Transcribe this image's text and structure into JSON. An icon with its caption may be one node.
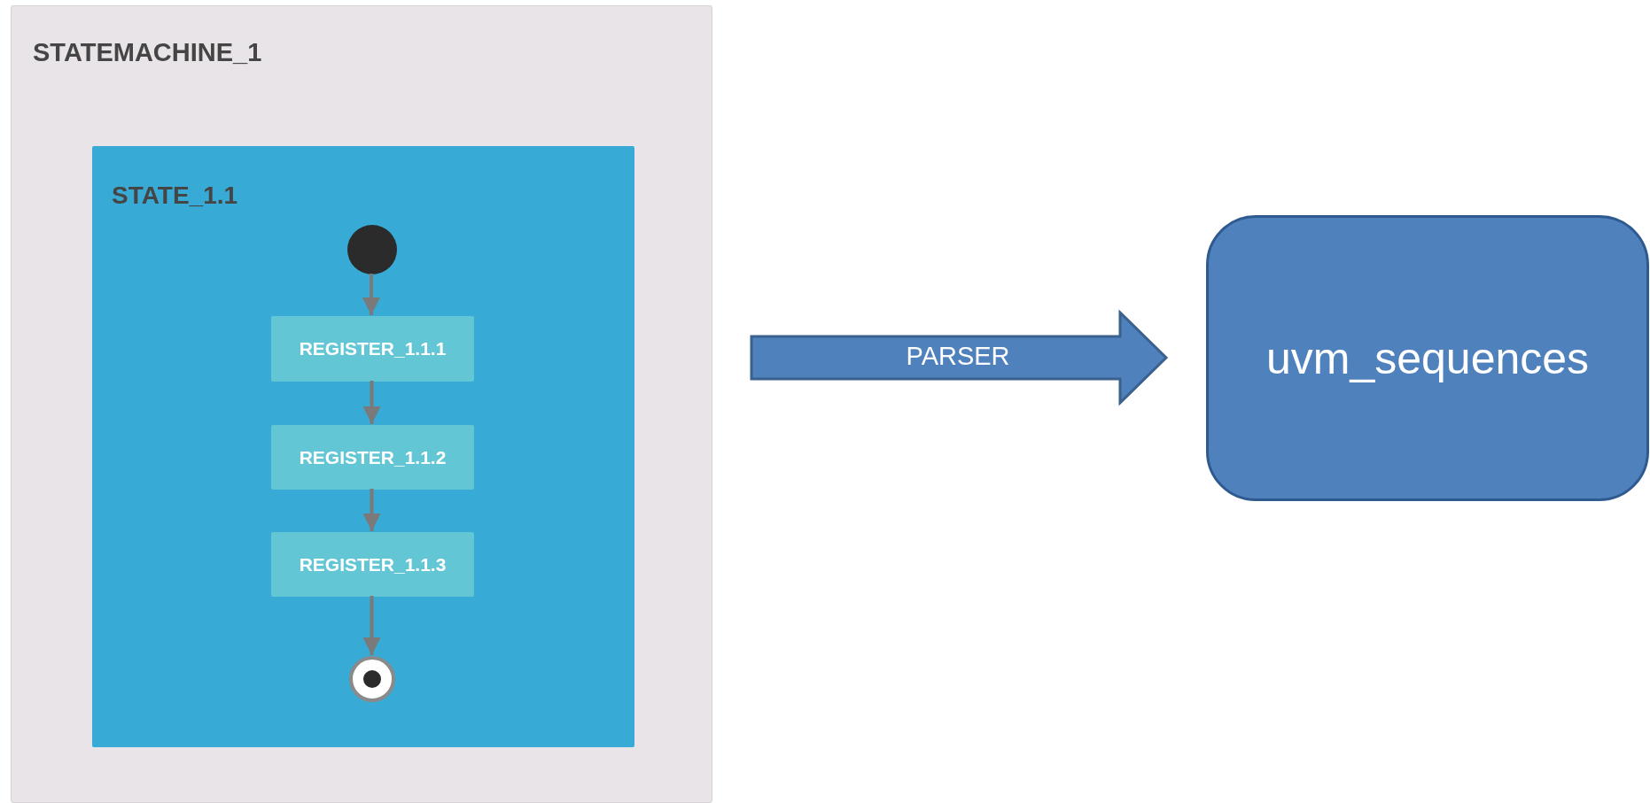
{
  "diagram": {
    "nodes": [
      {
        "text": [
          "STATEMACHINE_1"
        ]
      },
      {
        "text": [
          "STATE_1.1"
        ],
        "in": 0
      },
      {
        "text": [],
        "shape": "circle",
        "in": 1
      },
      {
        "text": [
          "REGISTER_1.1.1"
        ],
        "in": 1
      },
      {
        "text": [
          "REGISTER_1.1.2"
        ],
        "in": 1
      },
      {
        "text": [
          "REGISTER_1.1.3"
        ],
        "in": 1
      },
      {
        "text": [],
        "shape": "circle",
        "in": 1
      },
      {
        "text": [
          "uvm_sequences"
        ]
      }
    ],
    "edges": [
      {
        "from": 2,
        "to": 3,
        "arrow": "to"
      },
      {
        "from": 3,
        "to": 4,
        "arrow": "to"
      },
      {
        "from": 4,
        "to": 5,
        "arrow": "to"
      },
      {
        "from": 5,
        "to": 6,
        "arrow": "to"
      },
      {
        "from": 0,
        "to": 7,
        "arrow": "to",
        "label": "PARSER",
        "style": "thick",
        "color": "#4f81bd"
      }
    ]
  }
}
